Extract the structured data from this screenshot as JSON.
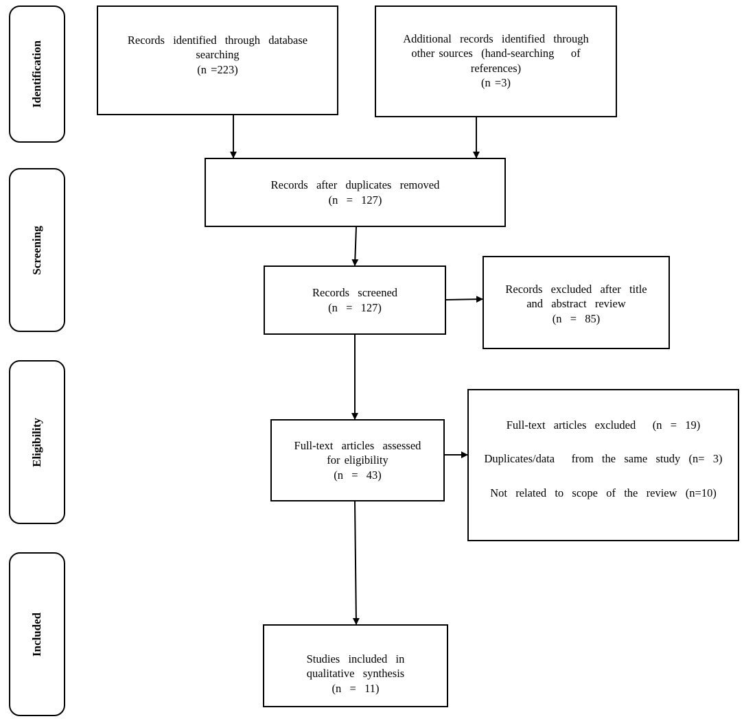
{
  "phases": {
    "identification": "Identification",
    "screening": "Screening",
    "eligibility": "Eligibility",
    "included": "Included"
  },
  "boxes": {
    "database": {
      "line1": "Records  identified  through  database",
      "line2": "searching",
      "line3": "(n =223)"
    },
    "additional": {
      "line1": "Additional  records  identified  through",
      "line2": "other sources  (hand-searching    of",
      "line3": "references)",
      "line4": "(n =3)"
    },
    "duplicates_removed": {
      "line1": "Records  after  duplicates  removed",
      "line2": "(n  =  127)"
    },
    "screened": {
      "line1": "Records  screened",
      "line2": "(n  =  127)"
    },
    "excluded_title": {
      "line1": "Records  excluded  after  title",
      "line2": "and  abstract  review",
      "line3": "(n  =  85)"
    },
    "fulltext_assessed": {
      "line1": "Full-text  articles  assessed",
      "line2": "for eligibility",
      "line3": "(n  =  43)"
    },
    "fulltext_excluded": {
      "line1": "Full-text  articles  excluded    (n  =  19)",
      "line2": "Duplicates/data    from  the  same  study  (n=  3)",
      "line3": "Not  related  to  scope  of  the  review  (n=10)"
    },
    "included_studies": {
      "line1": "Studies  included  in",
      "line2": "qualitative  synthesis",
      "line3": "(n  =  11)"
    }
  },
  "colors": {
    "stroke": "#000000",
    "background": "#ffffff"
  }
}
